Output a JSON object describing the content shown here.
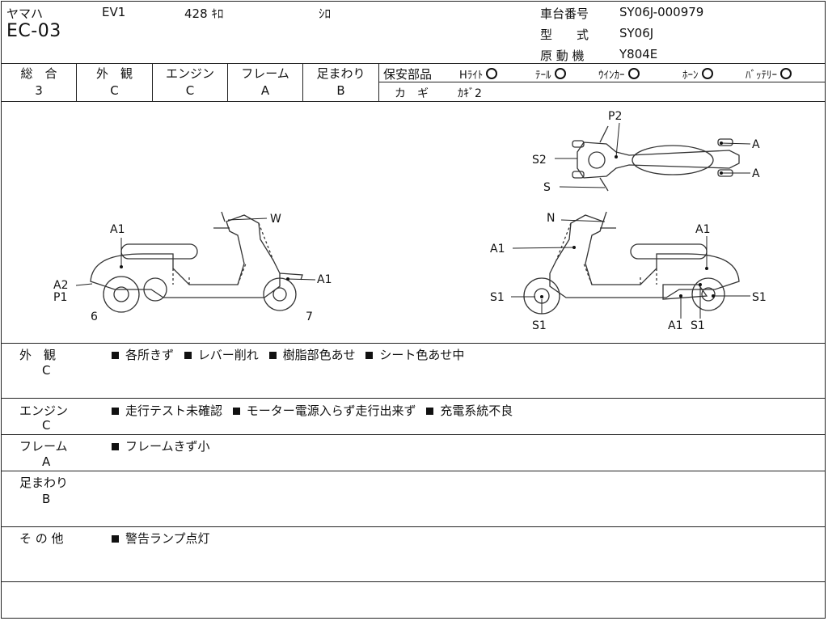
{
  "header": {
    "maker": "ヤマハ",
    "model": "EV1",
    "mileage": "428 ｷﾛ",
    "color": "ｼﾛ",
    "model_code": "EC-03",
    "chassis_label": "車台番号",
    "chassis_value": "SY06J-000979",
    "type_label": "型　　式",
    "type_value": "SY06J",
    "engine_label": "原 動 機",
    "engine_value": "Y804E"
  },
  "grades": [
    {
      "label": "総　合",
      "value": "3"
    },
    {
      "label": "外　観",
      "value": "C"
    },
    {
      "label": "エンジン",
      "value": "C"
    },
    {
      "label": "フレーム",
      "value": "A"
    },
    {
      "label": "足まわり",
      "value": "B"
    }
  ],
  "safety": {
    "label": "保安部品",
    "items": [
      {
        "label": "Hﾗｲﾄ"
      },
      {
        "label": "ﾃｰﾙ"
      },
      {
        "label": "ｳｲﾝｶｰ"
      },
      {
        "label": "ﾎｰﾝ"
      },
      {
        "label": "ﾊﾞｯﾃﾘｰ"
      }
    ],
    "key_label": "カ　ギ",
    "key_value": "ｶｷﾞ2"
  },
  "diagram": {
    "top_marks": [
      "P2",
      "S2",
      "S",
      "A",
      "A"
    ],
    "left_marks": [
      "A1",
      "W",
      "A2",
      "P1",
      "A1",
      "6",
      "7"
    ],
    "right_marks": [
      "N",
      "A1",
      "A1",
      "S1",
      "S1",
      "S1",
      "A1",
      "S1"
    ]
  },
  "sections": [
    {
      "label": "外　観",
      "grade": "C",
      "notes": [
        "各所きず",
        "レバー削れ",
        "樹脂部色あせ",
        "シート色あせ中"
      ]
    },
    {
      "label": "エンジン",
      "grade": "C",
      "notes": [
        "走行テスト未確認",
        "モーター電源入らず走行出来ず",
        "充電系統不良"
      ]
    },
    {
      "label": "フレーム",
      "grade": "A",
      "notes": [
        "フレームきず小"
      ]
    },
    {
      "label": "足まわり",
      "grade": "B",
      "notes": []
    },
    {
      "label": "そ の 他",
      "grade": "",
      "notes": [
        "警告ランプ点灯"
      ]
    }
  ]
}
